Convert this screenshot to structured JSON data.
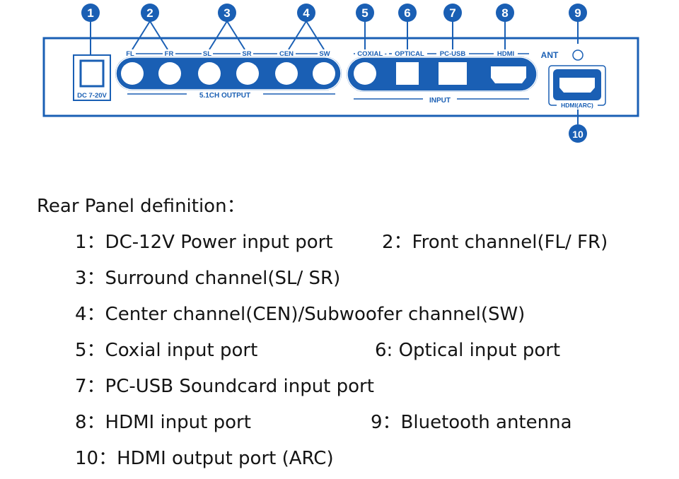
{
  "colors": {
    "panel": "#1a5fb4",
    "badge": "#1a5fb4",
    "text": "#141414",
    "white": "#ffffff"
  },
  "callouts": [
    "1",
    "2",
    "3",
    "4",
    "5",
    "6",
    "7",
    "8",
    "9",
    "10"
  ],
  "panel": {
    "dc": "DC 7-20V",
    "fl": "FL",
    "fr": "FR",
    "sl": "SL",
    "sr": "SR",
    "cen": "CEN",
    "sw": "SW",
    "output": "5.1CH OUTPUT",
    "coaxial": "COXIAL -",
    "optical": "OPTICAL",
    "pcusb": "PC-USB",
    "hdmi": "HDMI",
    "input": "INPUT",
    "ant": "ANT",
    "hdmi_arc": "HDMI(ARC)"
  },
  "definitions": {
    "title": "Rear Panel definition：",
    "items": [
      "1：DC-12V Power input port",
      "2：Front channel(FL/ FR)",
      "3：Surround channel(SL/ SR)",
      "4：Center channel(CEN)/Subwoofer channel(SW)",
      "5：Coxial input port",
      "6: Optical input port",
      "7：PC-USB Soundcard input port",
      "8：HDMI input port",
      "9：Bluetooth antenna",
      "10：HDMI output port (ARC)"
    ]
  }
}
